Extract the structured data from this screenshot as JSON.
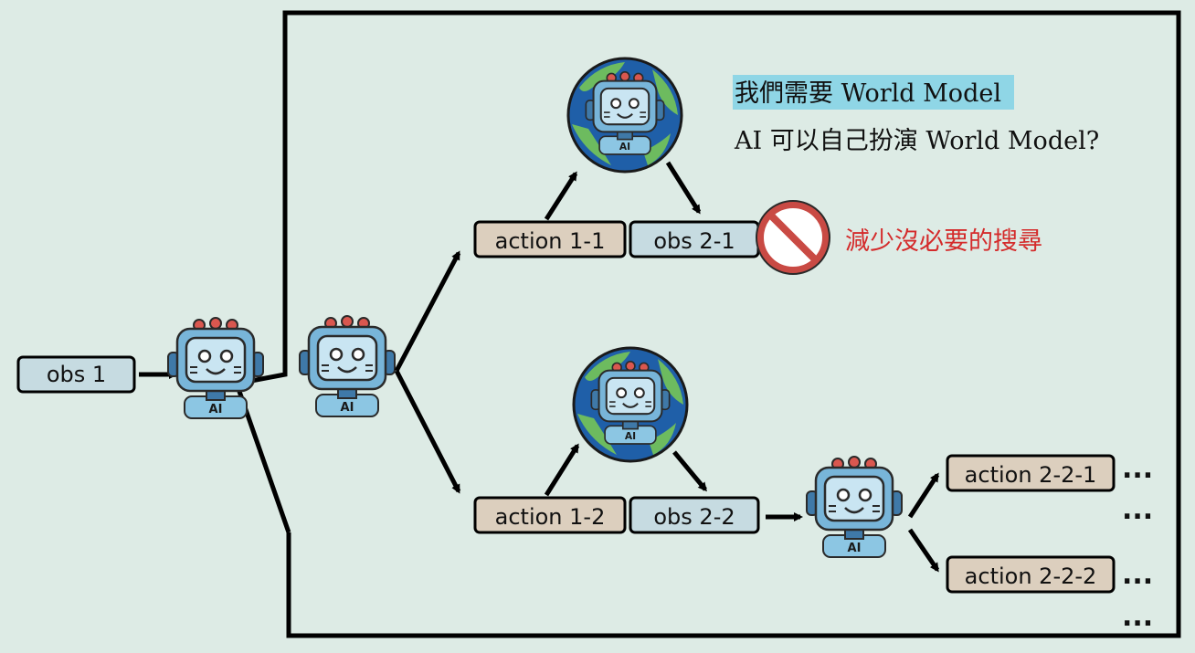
{
  "diagram": {
    "nodes": {
      "obs1": "obs 1",
      "action11": "action 1-1",
      "obs21": "obs 2-1",
      "action12": "action 1-2",
      "obs22": "obs 2-2",
      "action221": "action 2-2-1",
      "action222": "action 2-2-2"
    },
    "robot_badge": "AI",
    "ellipsis": "...",
    "annotations": {
      "highlight": "我們需要 World Model",
      "question": "AI 可以自己扮演 World Model?",
      "reduce": "減少沒必要的搜尋"
    },
    "colors": {
      "background": "#ddebe5",
      "action_box": "#dccfbe",
      "obs_box": "#c6dbe1",
      "highlight": "#8fd6e6",
      "red_text": "#d42b2b",
      "no_sign": "#c94a44"
    },
    "icons": [
      "robot-icon",
      "globe-icon",
      "no-entry-icon"
    ]
  }
}
